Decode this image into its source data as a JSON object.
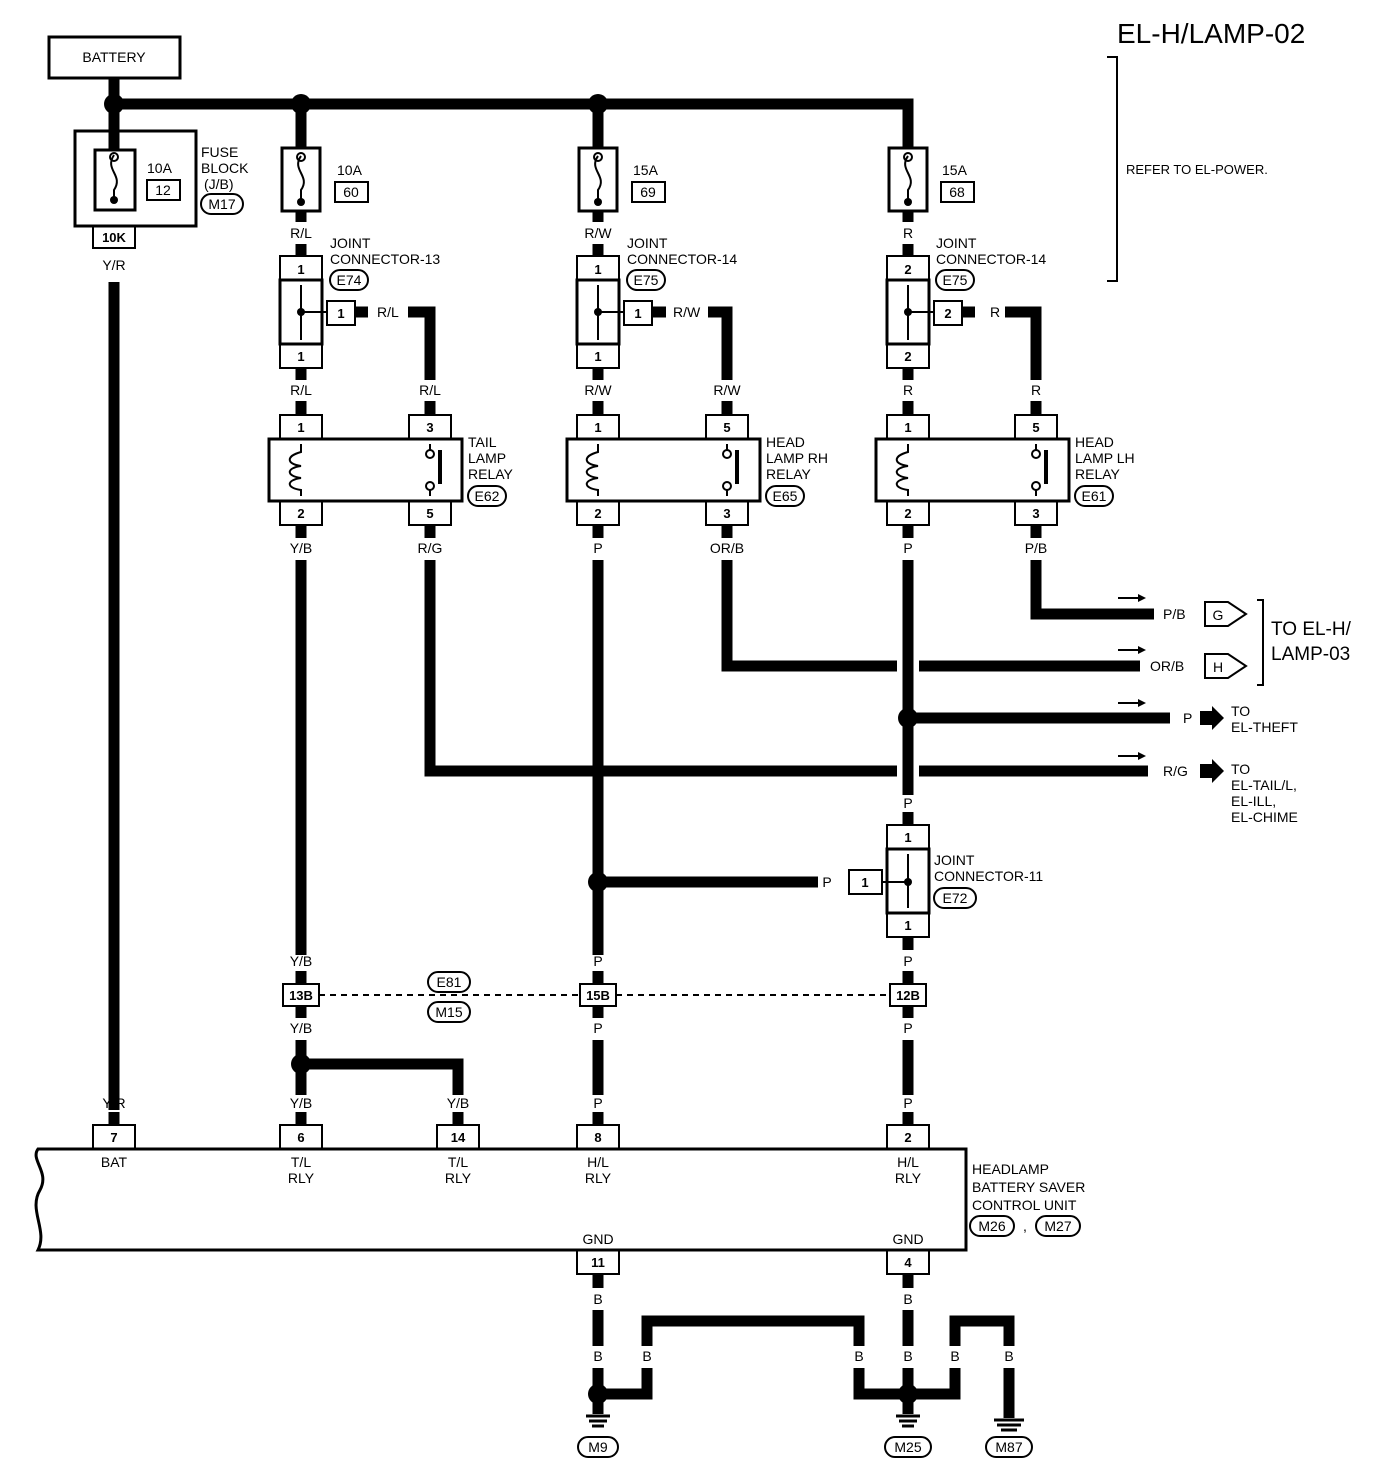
{
  "title": "EL-H/LAMP-02",
  "refer_note": "REFER TO EL-POWER.",
  "battery": "BATTERY",
  "fuses": {
    "main": {
      "rating": "10A",
      "number": "12",
      "label_1": "FUSE",
      "label_2": "BLOCK",
      "label_3": "(J/B)",
      "connector": "M17",
      "jb_pin": "10K"
    },
    "f60": {
      "rating": "10A",
      "number": "60"
    },
    "f69": {
      "rating": "15A",
      "number": "69"
    },
    "f68": {
      "rating": "15A",
      "number": "68"
    }
  },
  "joint_connectors": {
    "jc13": {
      "line1": "JOINT",
      "line2": "CONNECTOR-13",
      "code": "E74",
      "pin_top": "1",
      "pin_side": "1",
      "pin_bottom": "1"
    },
    "jc14a": {
      "line1": "JOINT",
      "line2": "CONNECTOR-14",
      "code": "E75",
      "pin_top": "1",
      "pin_side": "1",
      "pin_bottom": "1"
    },
    "jc14b": {
      "line1": "JOINT",
      "line2": "CONNECTOR-14",
      "code": "E75",
      "pin_top": "2",
      "pin_side": "2",
      "pin_bottom": "2"
    },
    "jc11": {
      "line1": "JOINT",
      "line2": "CONNECTOR-11",
      "code": "E72",
      "pin_top": "1",
      "pin_side": "1",
      "pin_bottom": "1"
    }
  },
  "relays": {
    "tail": {
      "line1": "TAIL",
      "line2": "LAMP",
      "line3": "RELAY",
      "code": "E62",
      "pins": [
        "1",
        "3",
        "2",
        "5"
      ]
    },
    "rh": {
      "line1": "HEAD",
      "line2": "LAMP RH",
      "line3": "RELAY",
      "code": "E65",
      "pins": [
        "1",
        "5",
        "2",
        "3"
      ]
    },
    "lh": {
      "line1": "HEAD",
      "line2": "LAMP LH",
      "line3": "RELAY",
      "code": "E61",
      "pins": [
        "1",
        "5",
        "2",
        "3"
      ]
    }
  },
  "wires": {
    "yr": "Y/R",
    "rl": "R/L",
    "rw": "R/W",
    "r": "R",
    "yb": "Y/B",
    "rg": "R/G",
    "p": "P",
    "orb": "OR/B",
    "pb": "P/B",
    "b": "B"
  },
  "inline": {
    "pin_a": "13B",
    "pin_b": "15B",
    "pin_c": "12B",
    "conn_top": "E81",
    "conn_bottom": "M15"
  },
  "outputs": {
    "g": {
      "wire": "P/B",
      "code": "G"
    },
    "h": {
      "wire": "OR/B",
      "code": "H"
    },
    "ref_1": "TO EL-H/",
    "ref_2": "LAMP-03",
    "theft_wire": "P",
    "theft_1": "TO",
    "theft_2": "EL-THEFT",
    "tail_wire": "R/G",
    "tail_1": "TO",
    "tail_2": "EL-TAIL/L,",
    "tail_3": "EL-ILL,",
    "tail_4": "EL-CHIME"
  },
  "unit": {
    "line1": "HEADLAMP",
    "line2": "BATTERY SAVER",
    "line3": "CONTROL UNIT",
    "conn_1": "M26",
    "sep": ",",
    "conn_2": "M27",
    "pins": [
      {
        "num": "7",
        "l1": "BAT",
        "l2": ""
      },
      {
        "num": "6",
        "l1": "T/L",
        "l2": "RLY"
      },
      {
        "num": "14",
        "l1": "T/L",
        "l2": "RLY"
      },
      {
        "num": "8",
        "l1": "H/L",
        "l2": "RLY"
      },
      {
        "num": "2",
        "l1": "H/L",
        "l2": "RLY"
      }
    ],
    "gnd_label": "GND",
    "gnd_pin_1": "11",
    "gnd_pin_2": "4"
  },
  "grounds": [
    "M9",
    "M25",
    "M87"
  ]
}
